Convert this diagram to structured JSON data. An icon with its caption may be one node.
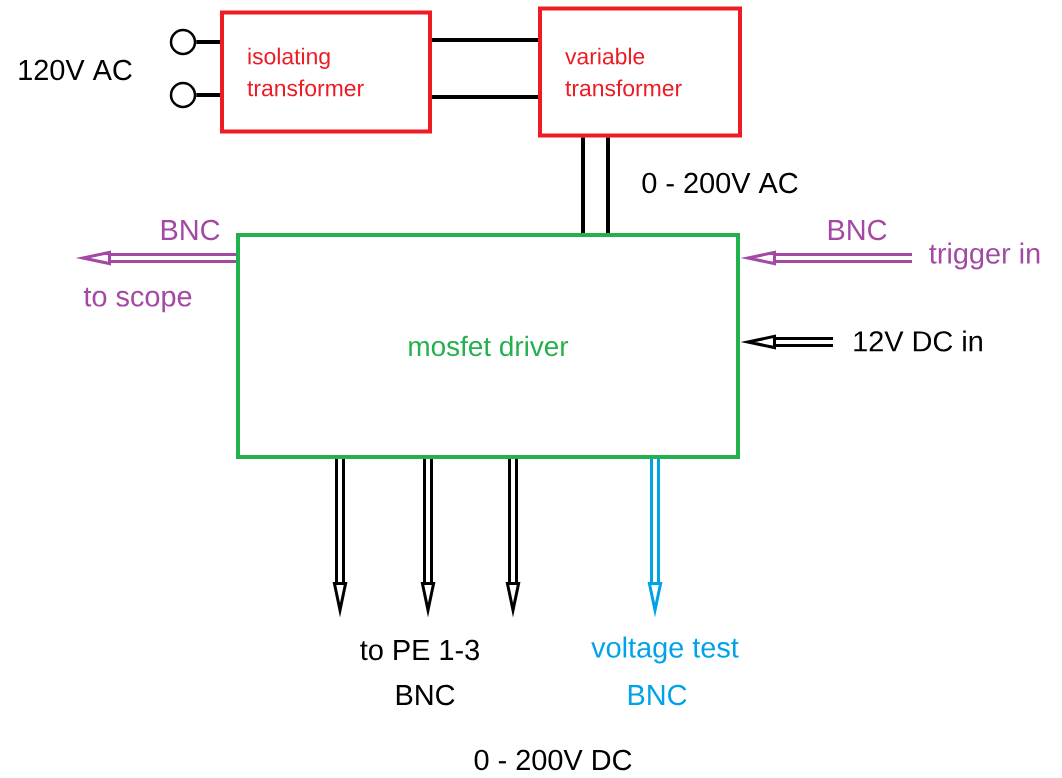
{
  "diagram": {
    "nodes": [
      {
        "text": [],
        "shape": "circle"
      },
      {
        "text": [],
        "shape": "circle"
      },
      {
        "text": [
          "isolating transformer"
        ]
      },
      {
        "text": [
          "variable transformer"
        ]
      },
      {
        "text": [
          "mosfet driver"
        ]
      }
    ],
    "edges": [
      {
        "from": 0,
        "to": 2,
        "arrow": "none"
      },
      {
        "from": 1,
        "to": 2,
        "arrow": "none"
      },
      {
        "from": 2,
        "to": 3,
        "arrow": "none"
      },
      {
        "from": 2,
        "to": 3,
        "arrow": "none"
      },
      {
        "from": 3,
        "to": 4,
        "arrow": "none"
      },
      {
        "from": 3,
        "to": 4,
        "arrow": "none",
        "label": "0 - 200V AC"
      },
      {
        "from": 4,
        "to": null,
        "arrow": "to",
        "color": "#a349a4",
        "label": "BNC"
      },
      {
        "from": null,
        "to": 4,
        "arrow": "to",
        "color": "#a349a4",
        "label": "BNC"
      },
      {
        "from": null,
        "to": 4,
        "arrow": "to",
        "label": "12V DC in"
      },
      {
        "from": 4,
        "to": null,
        "arrow": "to"
      },
      {
        "from": 4,
        "to": null,
        "arrow": "to"
      },
      {
        "from": 4,
        "to": null,
        "arrow": "to"
      },
      {
        "from": 4,
        "to": null,
        "arrow": "to",
        "color": "#00a2e8"
      }
    ],
    "labels": [
      "120V AC",
      "to scope",
      "trigger in",
      "to PE 1-3",
      "BNC",
      "voltage test",
      "BNC",
      "0 - 200V DC"
    ]
  }
}
